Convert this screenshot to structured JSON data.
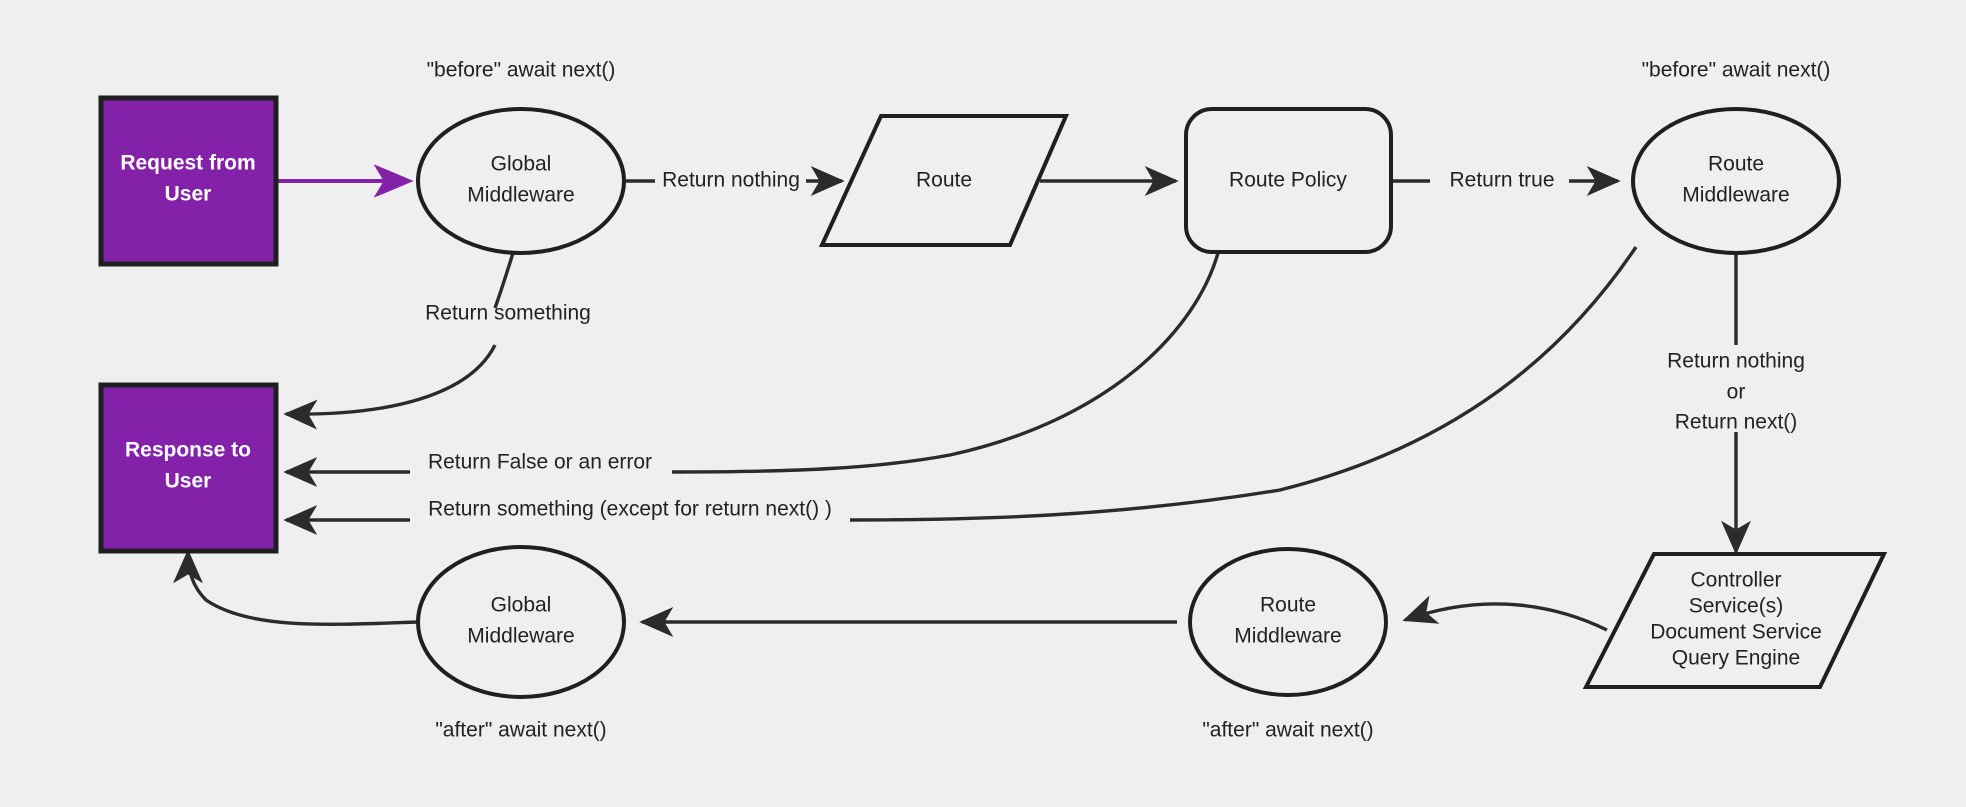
{
  "diagram": {
    "title": "Request/Response middleware lifecycle flow",
    "background_color": "#efefef",
    "accent_color": "#8321a8",
    "stroke_color": "#2b2b2b",
    "text_color": "#222222"
  },
  "nodes": {
    "request_box": {
      "line1": "Request from",
      "line2": "User",
      "shape": "rectangle",
      "fill": "#8321a8"
    },
    "response_box": {
      "line1": "Response to",
      "line2": "User",
      "shape": "rectangle",
      "fill": "#8321a8"
    },
    "global_mw_top": {
      "line1": "Global",
      "line2": "Middleware",
      "shape": "ellipse"
    },
    "route": {
      "line1": "Route",
      "shape": "parallelogram"
    },
    "route_policy": {
      "line1": "Route Policy",
      "shape": "rounded-rectangle"
    },
    "route_mw_top": {
      "line1": "Route",
      "line2": "Middleware",
      "shape": "ellipse"
    },
    "controller": {
      "line1": "Controller",
      "line2": "Service(s)",
      "line3": "Document Service",
      "line4": "Query Engine",
      "shape": "parallelogram"
    },
    "route_mw_bottom": {
      "line1": "Route",
      "line2": "Middleware",
      "shape": "ellipse"
    },
    "global_mw_bottom": {
      "line1": "Global",
      "line2": "Middleware",
      "shape": "ellipse"
    }
  },
  "annotations": {
    "before_await_next_global": "\"before\" await next()",
    "before_await_next_route": "\"before\" await next()",
    "after_await_next_global": "\"after\" await next()",
    "after_await_next_route": "\"after\" await next()"
  },
  "edges": {
    "request_to_global_mw": "",
    "global_mw_to_route": "Return nothing",
    "route_to_route_policy": "",
    "route_policy_to_route_mw": "Return true",
    "global_mw_to_response": "Return something",
    "route_policy_to_response": "Return False or an error",
    "route_mw_to_response": "Return something (except for return next() )",
    "route_mw_to_controller_line1": "Return nothing",
    "route_mw_to_controller_line2": "or",
    "route_mw_to_controller_line3": "Return next()",
    "controller_to_route_mw_bottom": "",
    "route_mw_bottom_to_global_mw_bottom": "",
    "global_mw_bottom_to_response": ""
  }
}
